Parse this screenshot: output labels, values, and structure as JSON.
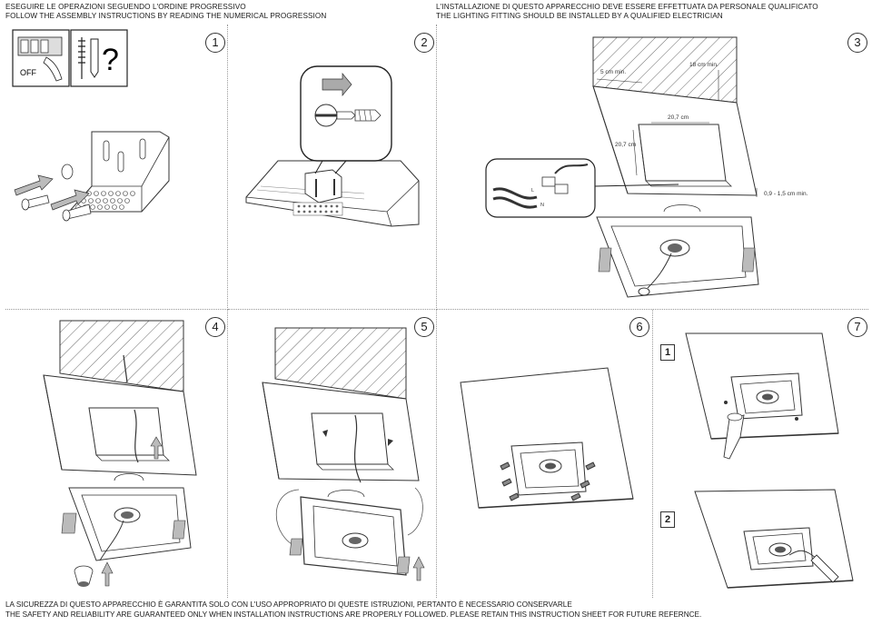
{
  "header": {
    "left_line1": "ESEGUIRE LE OPERAZIONI SEGUENDO L'ORDINE PROGRESSIVO",
    "left_line2": "FOLLOW THE ASSEMBLY INSTRUCTIONS BY READING THE NUMERICAL PROGRESSION",
    "right_line1": "L'INSTALLAZIONE DI QUESTO APPARECCHIO DEVE ESSERE EFFETTUATA DA PERSONALE QUALIFICATO",
    "right_line2": "THE LIGHTING FITTING SHOULD BE INSTALLED BY A QUALIFIED ELECTRICIAN"
  },
  "steps": [
    {
      "number": "1"
    },
    {
      "number": "2"
    },
    {
      "number": "3"
    },
    {
      "number": "4"
    },
    {
      "number": "5"
    },
    {
      "number": "6"
    },
    {
      "number": "7"
    }
  ],
  "step1": {
    "off_label": "OFF",
    "question_mark": "?"
  },
  "step3": {
    "dim_5cm": "5 cm min.",
    "dim_18cm": "18 cm min.",
    "dim_width": "20,7 cm",
    "dim_height": "20,7 cm",
    "dim_thickness": "0,9 - 1,5 cm min.",
    "wire_l": "L",
    "wire_n": "N"
  },
  "step7": {
    "sub1": "1",
    "sub2": "2"
  },
  "footer": {
    "line1": "LA SICUREZZA DI QUESTO APPARECCHIO È GARANTITA SOLO CON L'USO APPROPRIATO DI QUESTE ISTRUZIONI, PERTANTO È NECESSARIO CONSERVARLE",
    "line2": "THE SAFETY AND RELIABILITY ARE GUARANTEED ONLY WHEN INSTALLATION INSTRUCTIONS ARE PROPERLY FOLLOWED. PLEASE RETAIN THIS INSTRUCTION SHEET FOR FUTURE REFERNCE."
  }
}
